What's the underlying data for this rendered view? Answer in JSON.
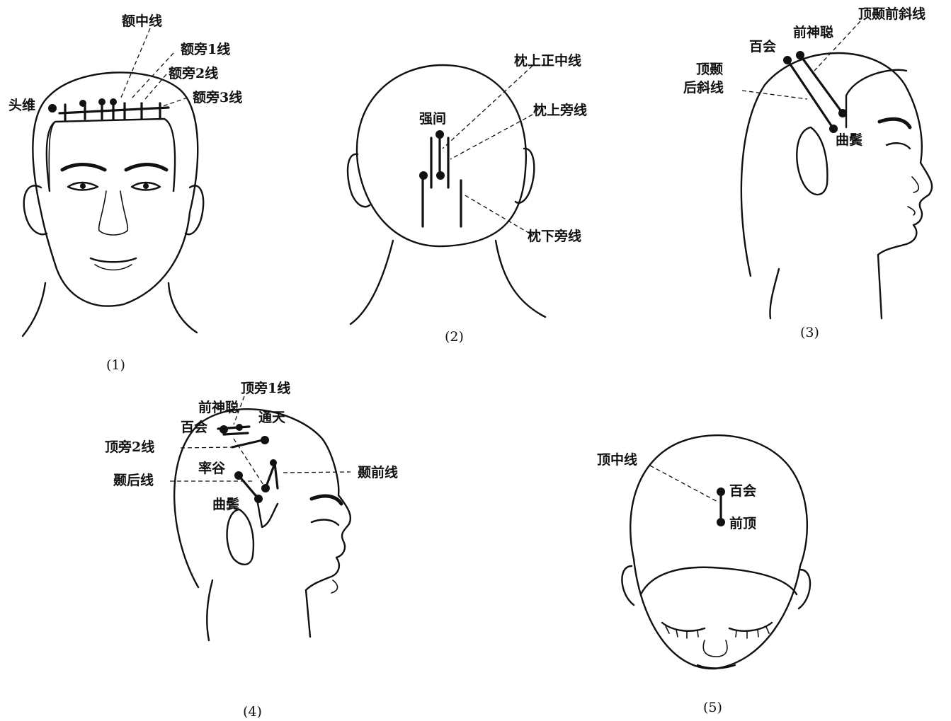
{
  "panel1": {
    "caption": "(1)",
    "labels": {
      "e_zhong_xian": "额中线",
      "tou_lin_qi": "",
      "shen_ting": "",
      "tou_wei": "头维",
      "e_pang_1": "额旁1线",
      "e_pang_2": "额旁2线",
      "e_pang_3": "额旁3线"
    }
  },
  "panel2": {
    "caption": "(2)",
    "labels": {
      "qiang_jian": "强间",
      "yu_zhen": "",
      "nao_hu": "",
      "zhen_shang_zheng_zhong": "枕上正中线",
      "zhen_shang_pang": "枕上旁线",
      "zhen_xia_pang": "枕下旁线"
    }
  },
  "panel3": {
    "caption": "(3)",
    "labels": {
      "bai_hui": "百会",
      "qian_shen_cong": "前神聪",
      "ding_nie_qian_xie": "顶颞前斜线",
      "ding_nie_hou_xie_1": "顶颞",
      "ding_nie_hou_xie_2": "后斜线",
      "xuan_li": "",
      "qu_bin": "曲鬓"
    }
  },
  "panel4": {
    "caption": "(4)",
    "labels": {
      "ding_pang_1": "顶旁1线",
      "qian_shen_cong": "前神聪",
      "tong_tian": "通天",
      "bai_hui": "百会",
      "zheng_ying": "",
      "ding_pang_2": "顶旁2线",
      "han_yan": "",
      "nie_qian": "颞前线",
      "shuai_gu": "率谷",
      "nie_hou": "颞后线",
      "xuan_li": "",
      "qu_bin": "曲鬓"
    }
  },
  "panel5": {
    "caption": "(5)",
    "labels": {
      "ding_zhong_xian": "顶中线",
      "bai_hui": "百会",
      "qian_ding": "前顶"
    }
  }
}
